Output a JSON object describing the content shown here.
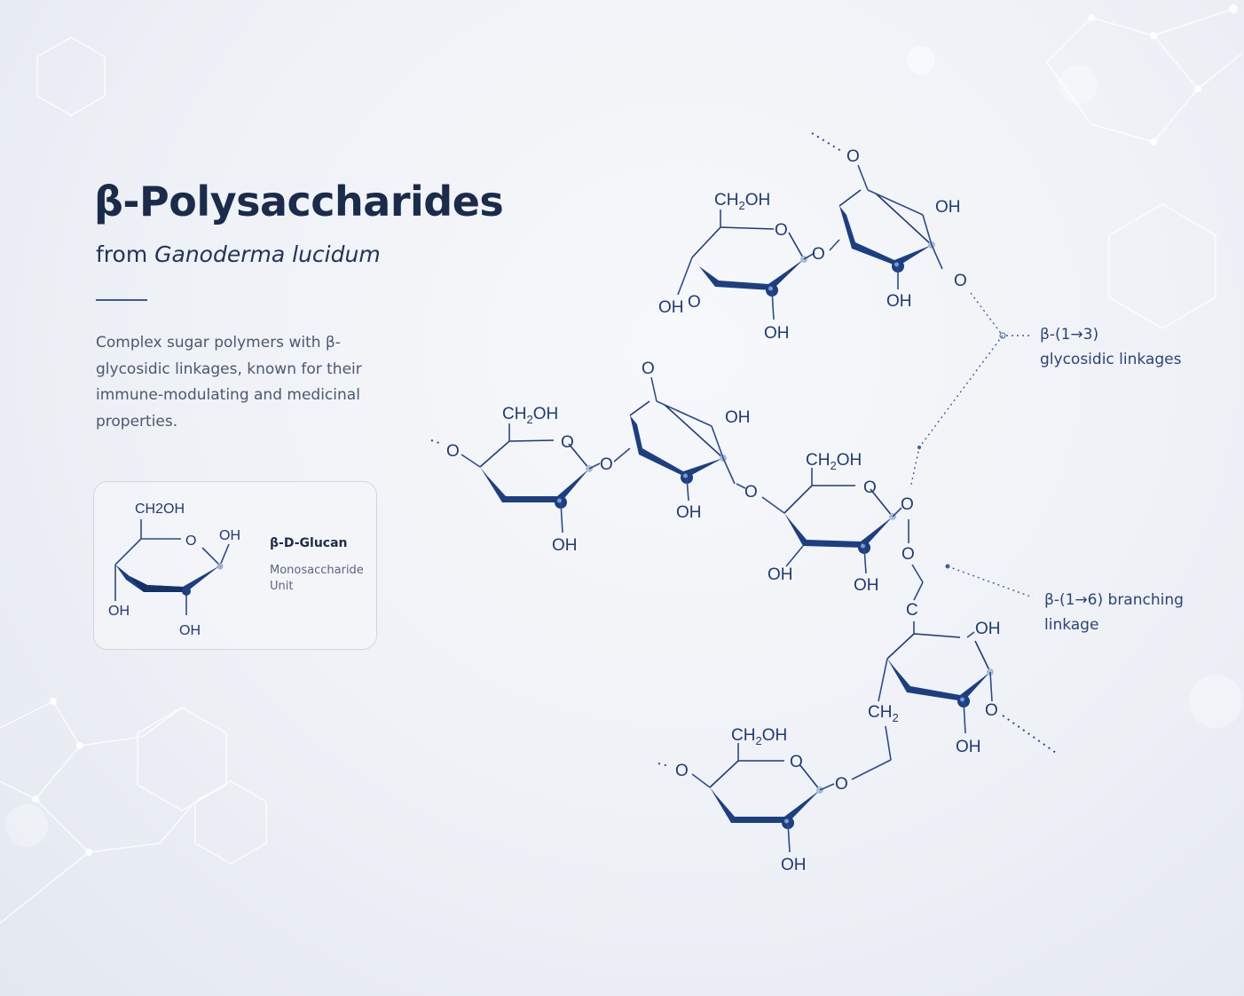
{
  "header": {
    "title": "β-Polysaccharides",
    "subtitle_prefix": "from ",
    "subtitle_species": "Ganoderma lucidum"
  },
  "description": "Complex sugar polymers with β-glycosidic linkages, known for their immune-modulating and medicinal properties.",
  "monomer_card": {
    "name": "β-D-Glucan",
    "caption": "Monosaccharide Unit",
    "labels": {
      "ch2oh": "CH2OH",
      "ring_o": "O",
      "oh_anomeric": "OH",
      "oh_c4": "OH",
      "oh_c3": "OH"
    }
  },
  "annotations": {
    "beta13_line1": "β-(1→3)",
    "beta13_line2": "glycosidic linkages",
    "beta16_line1": "β-(1→6) branching",
    "beta16_line2": "linkage"
  },
  "structure": {
    "oh": "OH",
    "o": "O",
    "ch2oh": "CH2OH",
    "ch2": "CH2",
    "c": "C"
  },
  "colors": {
    "title": "#1a2b4c",
    "bond": "#1e3a73",
    "wedge": "#1c3f82",
    "background": "#eef1f6"
  }
}
